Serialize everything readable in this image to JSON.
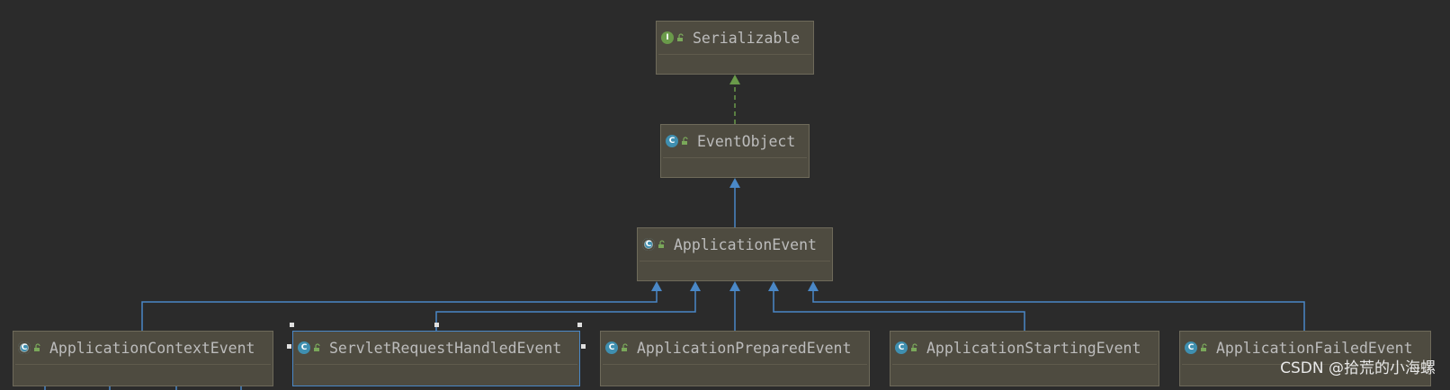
{
  "diagram": {
    "nodes": [
      {
        "id": "serializable",
        "label": "Serializable",
        "kind": "interface",
        "kind_glyph": "I"
      },
      {
        "id": "eventobject",
        "label": "EventObject",
        "kind": "class",
        "kind_glyph": "C"
      },
      {
        "id": "applicationevent",
        "label": "ApplicationEvent",
        "kind": "abstract",
        "kind_glyph": "C"
      },
      {
        "id": "applicationcontextevent",
        "label": "ApplicationContextEvent",
        "kind": "abstract",
        "kind_glyph": "C"
      },
      {
        "id": "servletrequesthandledevent",
        "label": "ServletRequestHandledEvent",
        "kind": "class",
        "kind_glyph": "C"
      },
      {
        "id": "applicationpreparedevent",
        "label": "ApplicationPreparedEvent",
        "kind": "class",
        "kind_glyph": "C"
      },
      {
        "id": "applicationstartingevent",
        "label": "ApplicationStartingEvent",
        "kind": "class",
        "kind_glyph": "C"
      },
      {
        "id": "applicationfailedevent",
        "label": "ApplicationFailedEvent",
        "kind": "class",
        "kind_glyph": "C"
      }
    ],
    "edges": [
      {
        "from": "eventobject",
        "to": "serializable",
        "type": "implements"
      },
      {
        "from": "applicationevent",
        "to": "eventobject",
        "type": "extends"
      },
      {
        "from": "applicationcontextevent",
        "to": "applicationevent",
        "type": "extends"
      },
      {
        "from": "servletrequesthandledevent",
        "to": "applicationevent",
        "type": "extends"
      },
      {
        "from": "applicationpreparedevent",
        "to": "applicationevent",
        "type": "extends"
      },
      {
        "from": "applicationstartingevent",
        "to": "applicationevent",
        "type": "extends"
      },
      {
        "from": "applicationfailedevent",
        "to": "applicationevent",
        "type": "extends"
      }
    ],
    "selected_node": "servletrequesthandledevent",
    "colors": {
      "background": "#2b2b2b",
      "node_fill": "#4e4b40",
      "extends_edge": "#4a88c7",
      "implements_edge": "#6a9a4a",
      "selection": "#4a88c7"
    }
  },
  "watermark": "CSDN @拾荒的小海螺"
}
